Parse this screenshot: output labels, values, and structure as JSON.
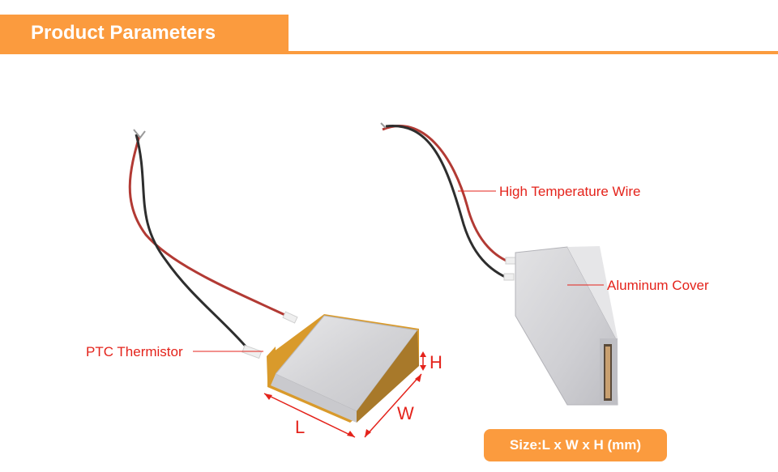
{
  "header": {
    "title": "Product Parameters"
  },
  "callouts": {
    "high_temperature_wire": "High Temperature Wire",
    "aluminum_cover": "Aluminum Cover",
    "ptc_thermistor": "PTC Thermistor"
  },
  "dimensions": {
    "length": "L",
    "width": "W",
    "height": "H"
  },
  "size_badge": {
    "text": "Size:L x W x H (mm)"
  },
  "colors": {
    "accent": "#fb9b3e",
    "label_red": "#e4231b",
    "aluminum": "#d7d7d9",
    "wire_red": "#b23a34",
    "wire_black": "#2e2e2e",
    "kapton": "#d99a2b"
  }
}
